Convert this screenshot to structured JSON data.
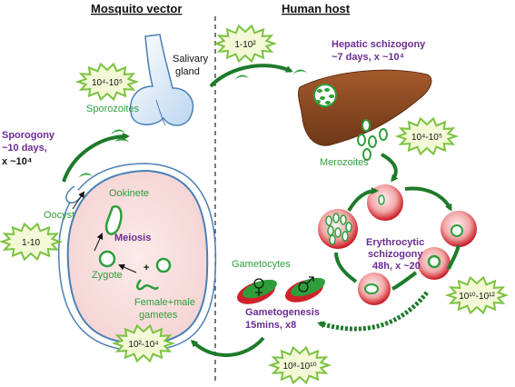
{
  "headers": {
    "mosquito": "Mosquito vector",
    "human": "Human host"
  },
  "mosquito": {
    "salivary_gland_line1": "Salivary",
    "salivary_gland_line2": "gland",
    "sporozoites": "Sporozoites",
    "sporogony": [
      "Sporogony",
      "~10 days,",
      "x ~10⁴"
    ],
    "oocyst": "Oocyst",
    "ookinete": "Ookinete",
    "meiosis": "Meiosis",
    "zygote": "Zygote",
    "gametes_line1": "Female+male",
    "gametes_line2": "gametes",
    "plus": "+"
  },
  "human": {
    "hepatic_line1": "Hepatic schizogony",
    "hepatic_line2": "~7 days, x ~10⁴",
    "merozoites": "Merozoites",
    "erythrocytic": [
      "Erythrocytic",
      "schizogony",
      "48h, x ~20"
    ],
    "gametocytes": "Gametocytes",
    "gametogenesis_line1": "Gametogenesis",
    "gametogenesis_line2": "15mins, x8"
  },
  "bursts": {
    "b_10_4_10_5_top": "10⁴-10⁵",
    "b_1_10_2": "1-10²",
    "b_10_4_10_5_right": "10⁴-10⁵",
    "b_1_10": "1-10",
    "b_10_2_10_4": "10²-10⁴",
    "b_10_8_10_10": "10⁸-10¹⁰",
    "b_10_10_10_12": "10¹⁰-10¹²"
  },
  "colors": {
    "green": "#2e9e3a",
    "burst_fill": "#f3f9d6",
    "burst_stroke": "#7cc242",
    "purple": "#6b2d91",
    "liver": "#8b4b24",
    "rbc": "#d0202a"
  }
}
